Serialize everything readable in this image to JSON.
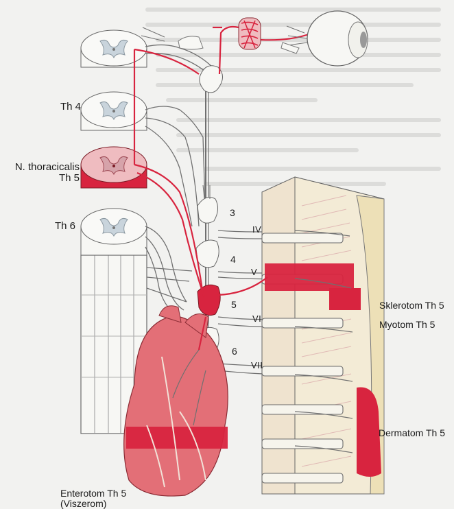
{
  "palette": {
    "background": "#f2f2f0",
    "accent_red": "#d8243f",
    "pink_organ": "#e36f77",
    "pink_light": "#efbcc0",
    "bone": "#ece6d2",
    "cord_white": "#f7f7f4",
    "grey_matter": "#c9d4dc",
    "outline": "#5b5b5b"
  },
  "labels": {
    "th4": "Th 4",
    "n_thoracicalis_line1": "N. thoracicalis",
    "n_thoracicalis_line2": "Th 5",
    "th6": "Th 6",
    "ganglion_3": "3",
    "ganglion_4": "4",
    "ganglion_5": "5",
    "ganglion_6": "6",
    "rib_iv": "IV",
    "rib_v": "V",
    "rib_vi": "VI",
    "rib_vii": "VII",
    "sklerotom": "Sklerotom Th 5",
    "myotom": "Myotom Th 5",
    "dermatom": "Dermatom Th 5",
    "enterotom_line1": "Enterotom Th 5",
    "enterotom_line2": "(Viszerom)"
  },
  "icons": {
    "spinal_cord_segment": "spinal-cord-cross-section-icon",
    "eye": "eye-icon",
    "heart": "heart-icon",
    "sympathetic_ganglion": "ganglion-icon",
    "blood_vessel": "vessel-icon"
  }
}
